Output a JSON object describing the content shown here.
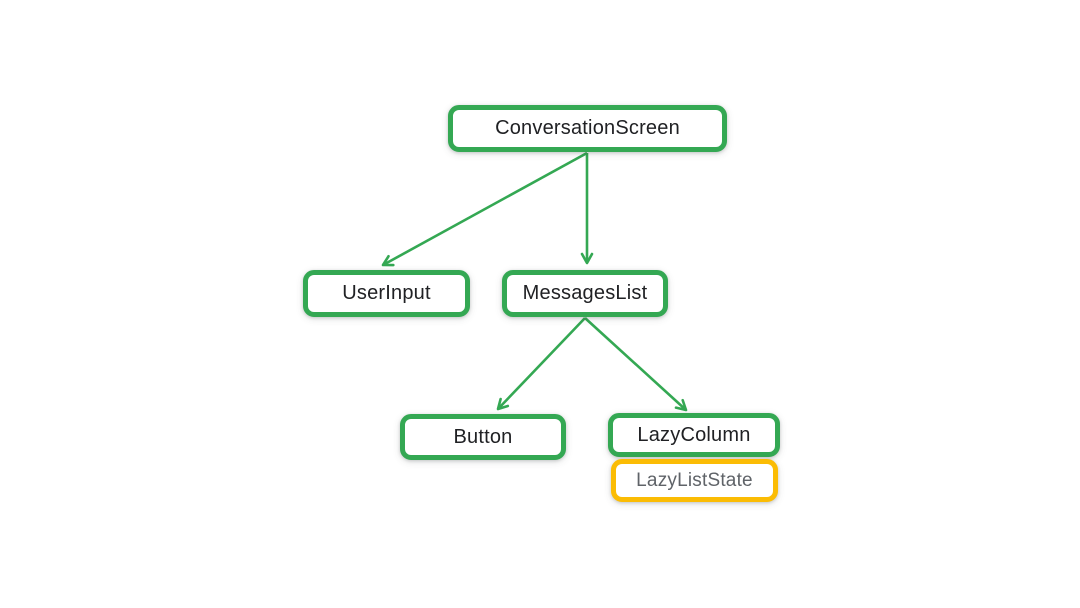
{
  "diagram": {
    "type": "tree",
    "nodes": {
      "conversation_screen": {
        "label": "ConversationScreen",
        "kind": "composable"
      },
      "user_input": {
        "label": "UserInput",
        "kind": "composable"
      },
      "messages_list": {
        "label": "MessagesList",
        "kind": "composable"
      },
      "button": {
        "label": "Button",
        "kind": "composable"
      },
      "lazy_column": {
        "label": "LazyColumn",
        "kind": "composable"
      },
      "lazy_list_state": {
        "label": "LazyListState",
        "kind": "state"
      }
    },
    "edges": [
      {
        "from": "ConversationScreen",
        "to": "UserInput"
      },
      {
        "from": "ConversationScreen",
        "to": "MessagesList"
      },
      {
        "from": "MessagesList",
        "to": "Button"
      },
      {
        "from": "MessagesList",
        "to": "LazyColumn"
      }
    ],
    "colors": {
      "composable_border": "#34A853",
      "state_border": "#FBBC04",
      "arrow": "#34A853",
      "composable_text": "#202124",
      "state_text": "#5F6368",
      "background": "#FFFFFF"
    }
  }
}
